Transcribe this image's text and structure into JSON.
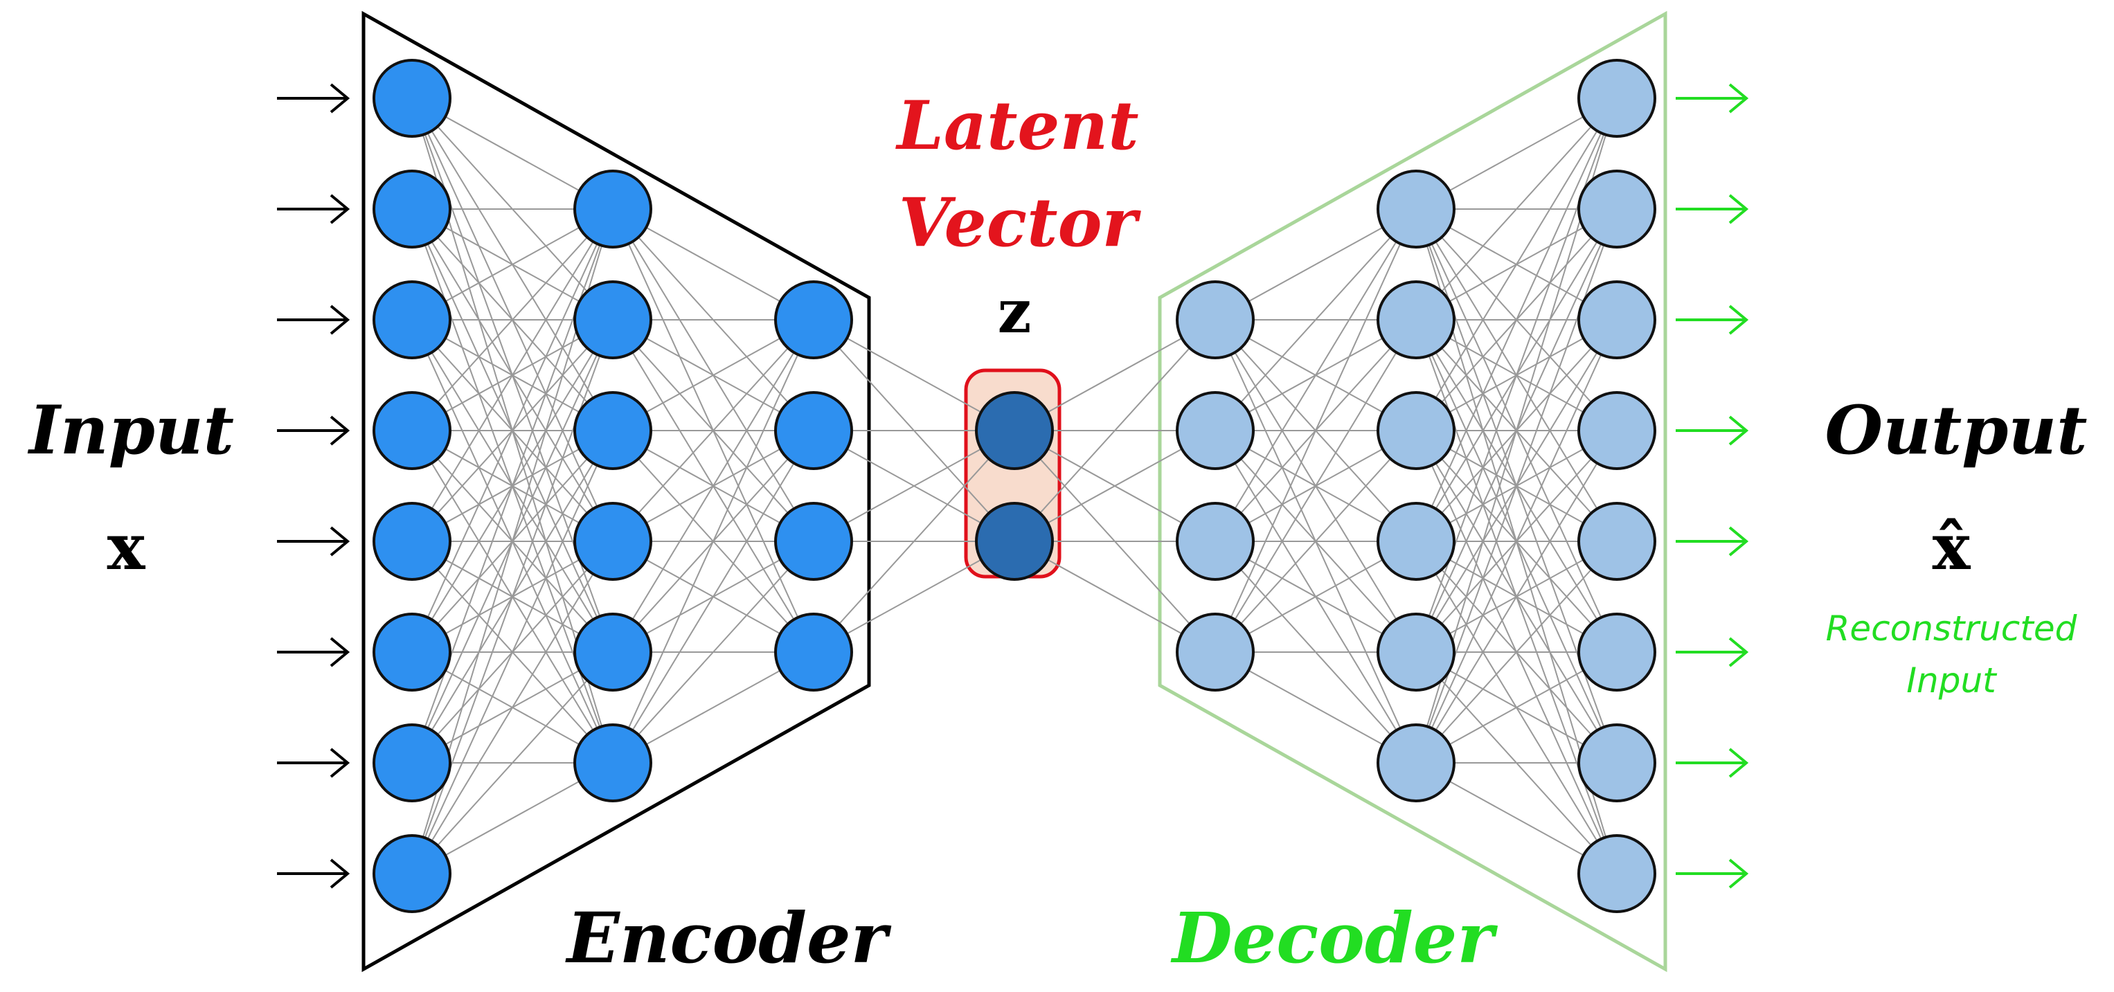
{
  "labels": {
    "input_title": "Input",
    "input_symbol": "x",
    "latent_line1": "Latent",
    "latent_line2": "Vector",
    "latent_symbol": "z",
    "encoder": "Encoder",
    "decoder": "Decoder",
    "output_title": "Output",
    "output_symbol": "x̂",
    "recon_line1": "Reconstructed",
    "recon_line2": "Input"
  },
  "network": {
    "encoder_layers": [
      8,
      6,
      4
    ],
    "latent_size": 2,
    "decoder_layers": [
      4,
      6,
      8
    ],
    "input_arrows": 8,
    "output_arrows": 8
  },
  "colors": {
    "encoder_node": "#2e90f0",
    "latent_node": "#2b6cb0",
    "latent_box_fill": "#f8dccd",
    "latent_box_stroke": "#e0101b",
    "decoder_node": "#9ec2e6",
    "node_stroke": "#111111",
    "edge": "#999999",
    "encoder_frame": "#000000",
    "decoder_frame": "#a9d69a",
    "latent_text": "#e3141d",
    "decoder_text": "#22dd22",
    "output_arrow": "#22dd22",
    "input_arrow": "#000000",
    "text": "#000000"
  }
}
